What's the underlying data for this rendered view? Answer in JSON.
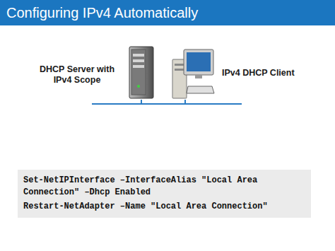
{
  "diagram": {
    "title": "Configuring IPv4 Automatically",
    "nodes": [
      {
        "text": [
          "DHCP Server with IPv4 Scope"
        ]
      },
      {
        "text": [
          "IPv4 DHCP Client"
        ]
      },
      {
        "text": [
          "Set-NetIPInterface –InterfaceAlias \"Local Area Connection\" –Dhcp Enabled",
          "Restart-NetAdapter –Name \"Local Area Connection\""
        ]
      }
    ],
    "edges": [
      {
        "from": 0,
        "to": 1,
        "arrow": "none"
      }
    ]
  }
}
